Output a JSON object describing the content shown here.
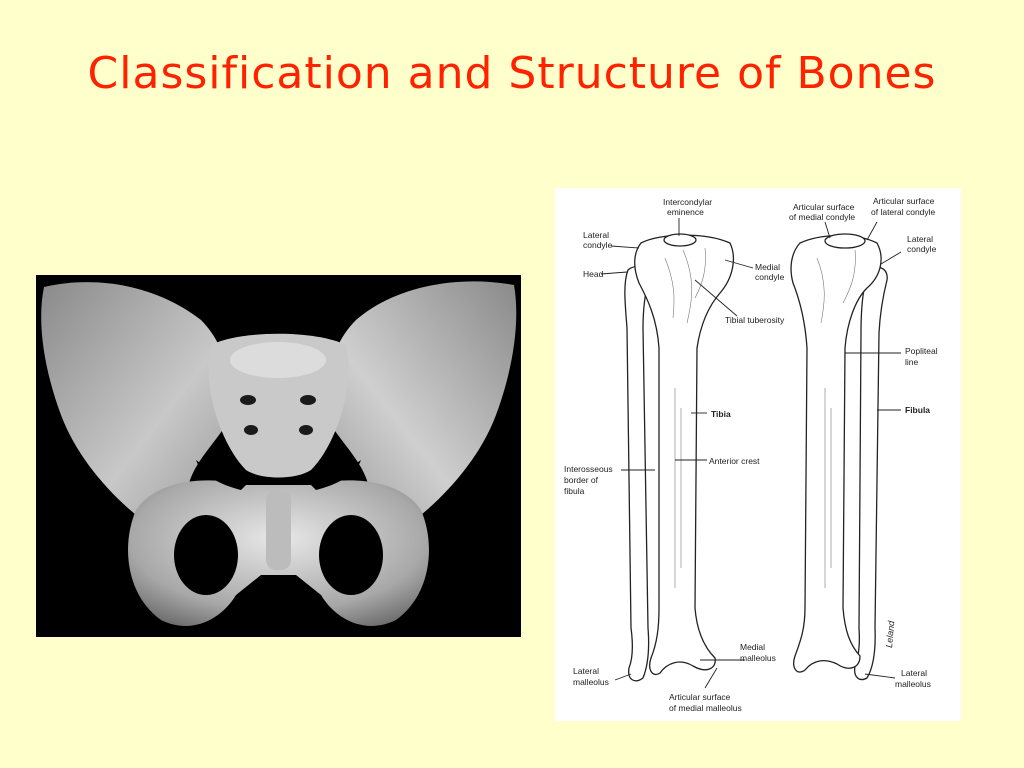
{
  "slide": {
    "title": "Classification and Structure of Bones"
  },
  "colors": {
    "background": "#FFFFCC",
    "title": "#FF2200"
  },
  "leg_diagram": {
    "labels": {
      "intercondylar_eminence_1": "Intercondylar",
      "intercondylar_eminence_2": "eminence",
      "art_medial_condyle_1": "Articular surface",
      "art_medial_condyle_2": "of medial condyle",
      "art_lateral_condyle_1": "Articular surface",
      "art_lateral_condyle_2": "of lateral condyle",
      "lateral_condyle_l_1": "Lateral",
      "lateral_condyle_l_2": "condyle",
      "lateral_condyle_r_1": "Lateral",
      "lateral_condyle_r_2": "condyle",
      "head": "Head",
      "medial_condyle_1": "Medial",
      "medial_condyle_2": "condyle",
      "tibial_tuberosity": "Tibial tuberosity",
      "popliteal_line_1": "Popliteal",
      "popliteal_line_2": "line",
      "tibia": "Tibia",
      "fibula": "Fibula",
      "anterior_crest": "Anterior crest",
      "interosseous_1": "Interosseous",
      "interosseous_2": "border of",
      "interosseous_3": "fibula",
      "medial_malleolus_1": "Medial",
      "medial_malleolus_2": "malleolus",
      "lateral_malleolus_l_1": "Lateral",
      "lateral_malleolus_l_2": "malleolus",
      "lateral_malleolus_r_1": "Lateral",
      "lateral_malleolus_r_2": "malleolus",
      "art_medial_malleolus_1": "Articular surface",
      "art_medial_malleolus_2": "of medial malleolus",
      "signature": "Leland"
    }
  }
}
